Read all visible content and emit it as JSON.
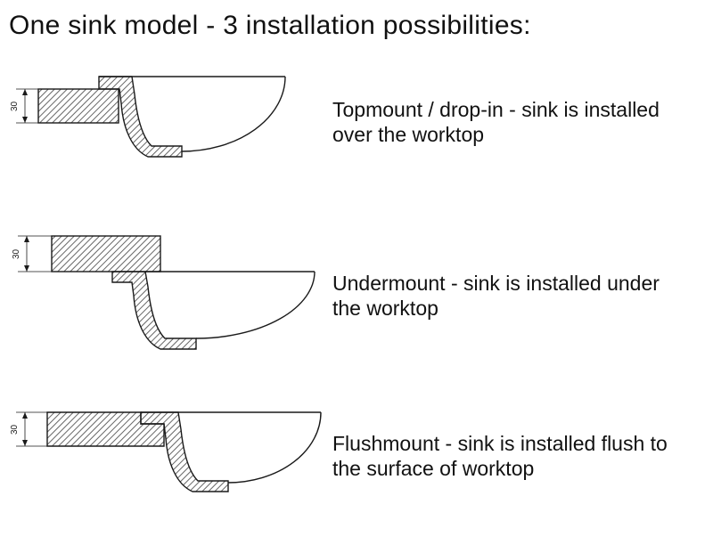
{
  "title": "One sink model - 3 installation possibilities:",
  "dimension_label": "30",
  "sections": [
    {
      "name": "topmount",
      "description": "Topmount / drop-in - sink is installed over the worktop"
    },
    {
      "name": "undermount",
      "description": "Undermount - sink is installed under the worktop"
    },
    {
      "name": "flushmount",
      "description": "Flushmount - sink is installed flush to the surface of worktop"
    }
  ]
}
